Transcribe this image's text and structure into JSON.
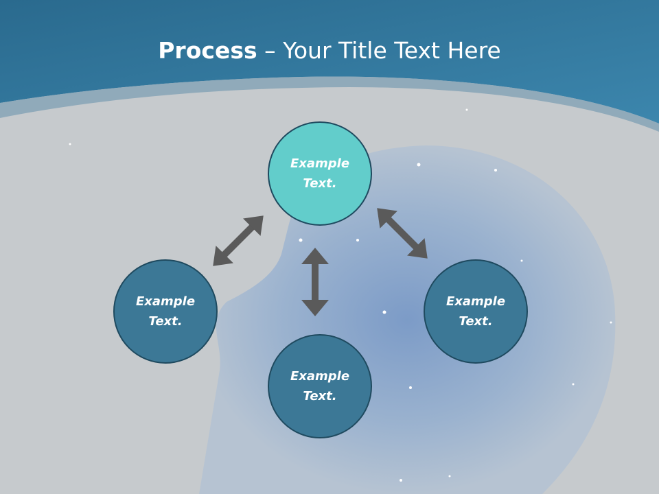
{
  "title": {
    "bold": "Process",
    "rest": " – Your Title Text Here"
  },
  "nodes": [
    {
      "line1": "Example",
      "line2": "Text."
    },
    {
      "line1": "Example",
      "line2": "Text."
    },
    {
      "line1": "Example",
      "line2": "Text."
    },
    {
      "line1": "Example",
      "line2": "Text."
    }
  ],
  "colors": {
    "header_blue": "#2f7194",
    "node_dark": "#3c7896",
    "node_light": "#62cdcb",
    "arrow": "#5a5a5a",
    "background": "#c6cacd"
  }
}
